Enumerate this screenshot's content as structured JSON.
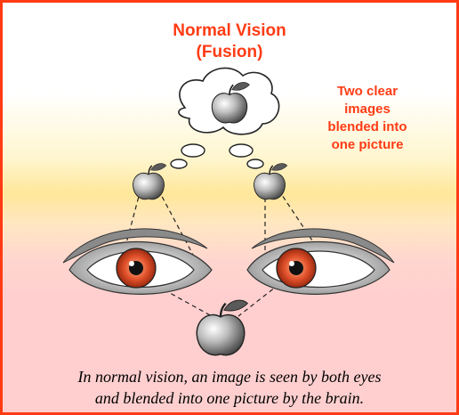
{
  "title_line1": "Normal Vision",
  "title_line2": "(Fusion)",
  "side_note": [
    "Two clear",
    "images",
    "blended into",
    "one picture"
  ],
  "caption_line1": "In normal vision, an image is seen by both eyes",
  "caption_line2": "and blended into one picture by the brain.",
  "colors": {
    "border": "#ff3b14",
    "text_accent": "#ff3b14",
    "iris": "#e0502a"
  },
  "icons": [
    "thought-cloud",
    "apple-icon",
    "eye-icon"
  ]
}
